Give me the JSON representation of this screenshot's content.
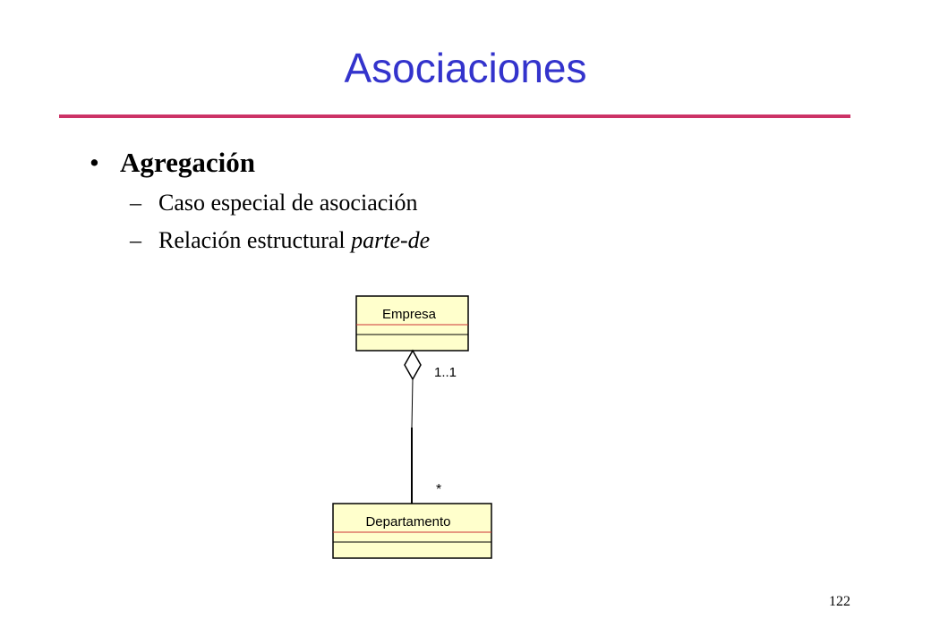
{
  "slide": {
    "title": "Asociaciones",
    "bullet": "•",
    "heading": "Agregación",
    "dash": "–",
    "items": [
      {
        "text": "Caso especial de asociación"
      },
      {
        "text_plain": "Relación estructural ",
        "text_italic": "parte-de"
      }
    ],
    "page_number": "122"
  },
  "diagram": {
    "classes": [
      {
        "name": "Empresa"
      },
      {
        "name": "Departamento"
      }
    ],
    "association": {
      "type": "aggregation",
      "whole_multiplicity": "1..1",
      "part_multiplicity": "*"
    },
    "colors": {
      "title": "#3333cc",
      "rule": "#cc3366",
      "class_fill": "#ffffcc",
      "class_separator": "#cc3333",
      "line": "#000000"
    }
  }
}
